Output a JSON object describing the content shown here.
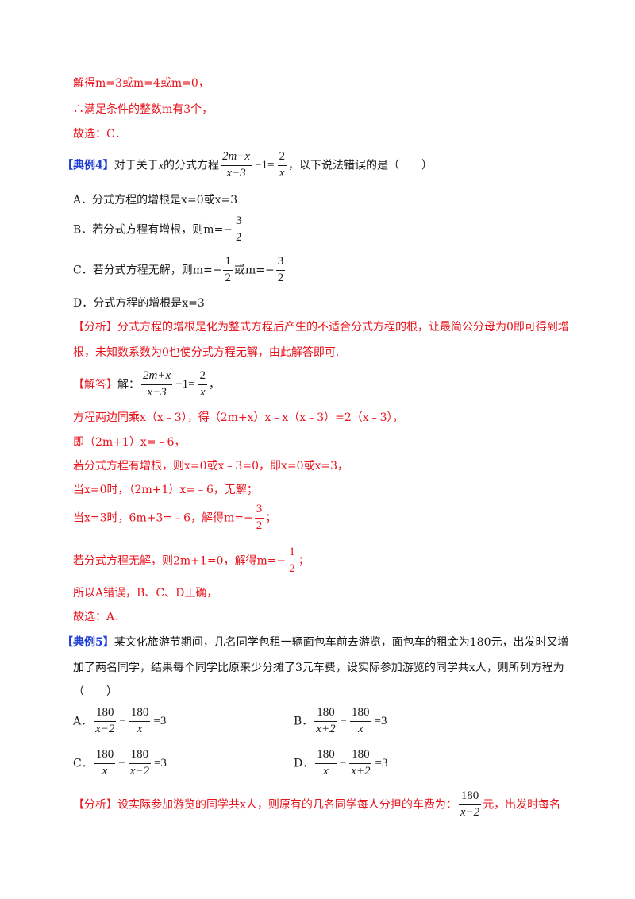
{
  "lines": {
    "l1": "解得m=3或m=4或m=0，",
    "l2": "∴满足条件的整数m有3个，",
    "l3": "故选：C．"
  },
  "ex4": {
    "tag": "【典例4】",
    "stem_a": "对于关于",
    "stem_var": "x",
    "stem_b": "的分式方程",
    "stem_tail": "，以下说法错误的是（　　）",
    "eq": {
      "f1_num": "2m+x",
      "f1_den": "x−3",
      "minus_one": "−1=",
      "f2_num": "2",
      "f2_den": "x"
    },
    "option_a": "A．分式方程的增根是x=0或x=3",
    "option_b_text": "B．若分式方程有增根，则m=−",
    "option_b_num": "3",
    "option_b_den": "2",
    "option_c_text": "C．若分式方程无解，则m=−",
    "option_c_f1_num": "1",
    "option_c_f1_den": "2",
    "option_c_mid": "或m=−",
    "option_c_f2_num": "3",
    "option_c_f2_den": "2",
    "option_d": "D．分式方程的增根是x=3",
    "analysis_tag": "【分析】",
    "analysis_1": "分式方程的增根是化为整式方程后产生的不适合分式方程的根，让最简公分母为0即可得到增",
    "analysis_2": "根，未知数系数为0也使分式方程无解，由此解答即可.",
    "solution_tag": "【解答】",
    "solution_lead": "解：",
    "solution_tail": "，",
    "s1": "方程两边同乘x（x﹣3），得（2m+x）x﹣x（x﹣3）=2（x﹣3），",
    "s2": "即（2m+1）x=﹣6，",
    "s3": "若分式方程有增根，则x=0或x﹣3=0，即x=0或x=3，",
    "s4": "当x=0时，（2m+1）x=﹣6，无解；",
    "s5_text": "当x=3时，6m+3=﹣6，解得m=−",
    "s5_num": "3",
    "s5_den": "2",
    "s5_tail": "；",
    "s6_text": "若分式方程无解，则2m+1=0，解得m=−",
    "s6_num": "1",
    "s6_den": "2",
    "s6_tail": "；",
    "s7": "所以A错误，B、C、D正确，",
    "s8": "故选：A．"
  },
  "ex5": {
    "tag": "【典例5】",
    "stem_1": "某文化旅游节期间，几名同学包租一辆面包车前去游览，面包车的租金为180元，出发时又增",
    "stem_2": "加了两名同学，结果每个同学比原来少分摊了3元车费，设实际参加游览的同学共x人，则所列方程为",
    "stem_3": "（　　）",
    "opt_a_label": "A．",
    "opt_a": {
      "f1_num": "180",
      "f1_den": "x−2",
      "mid": "−",
      "f2_num": "180",
      "f2_den": "x",
      "tail": "=3"
    },
    "opt_b_label": "B．",
    "opt_b": {
      "f1_num": "180",
      "f1_den": "x+2",
      "mid": "−",
      "f2_num": "180",
      "f2_den": "x",
      "tail": "=3"
    },
    "opt_c_label": "C．",
    "opt_c": {
      "f1_num": "180",
      "f1_den": "x",
      "mid": "−",
      "f2_num": "180",
      "f2_den": "x−2",
      "tail": "=3"
    },
    "opt_d_label": "D．",
    "opt_d": {
      "f1_num": "180",
      "f1_den": "x",
      "mid": "−",
      "f2_num": "180",
      "f2_den": "x+2",
      "tail": "=3"
    },
    "analysis_tag": "【分析】",
    "analysis_text": "设实际参加游览的同学共x人，则原有的几名同学每人分担的车费为：",
    "analysis_num": "180",
    "analysis_den": "x−2",
    "analysis_tail": "元，出发时每名"
  },
  "colors": {
    "answer": "#e8121b",
    "tag": "#1f3fd4",
    "text": "#1a1a1a"
  }
}
